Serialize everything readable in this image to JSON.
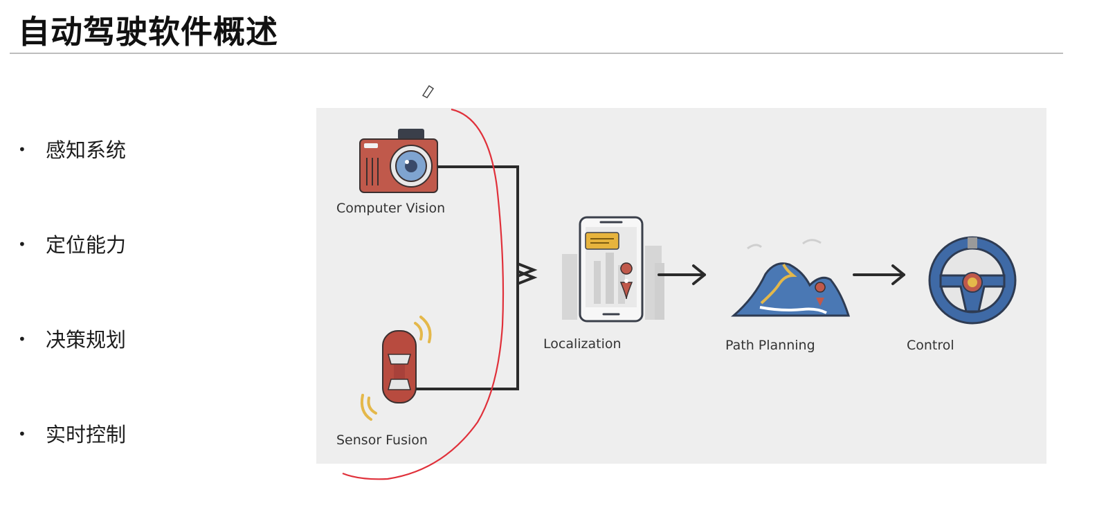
{
  "title": "自动驾驶软件概述",
  "bullets": [
    {
      "label": "感知系统"
    },
    {
      "label": "定位能力"
    },
    {
      "label": "决策规划"
    },
    {
      "label": "实时控制"
    }
  ],
  "diagram": {
    "nodes": {
      "computer_vision": "Computer Vision",
      "sensor_fusion": "Sensor Fusion",
      "localization": "Localization",
      "path_planning": "Path Planning",
      "control": "Control"
    },
    "colors": {
      "panel": "#eeeeee",
      "camera": "#c0594b",
      "lens": "#7fa4d0",
      "car": "#b84b3f",
      "signal": "#e4b84a",
      "mountain": "#4a78b4",
      "steering_ring": "#3f6aa6",
      "annotation": "#e0303a"
    }
  }
}
